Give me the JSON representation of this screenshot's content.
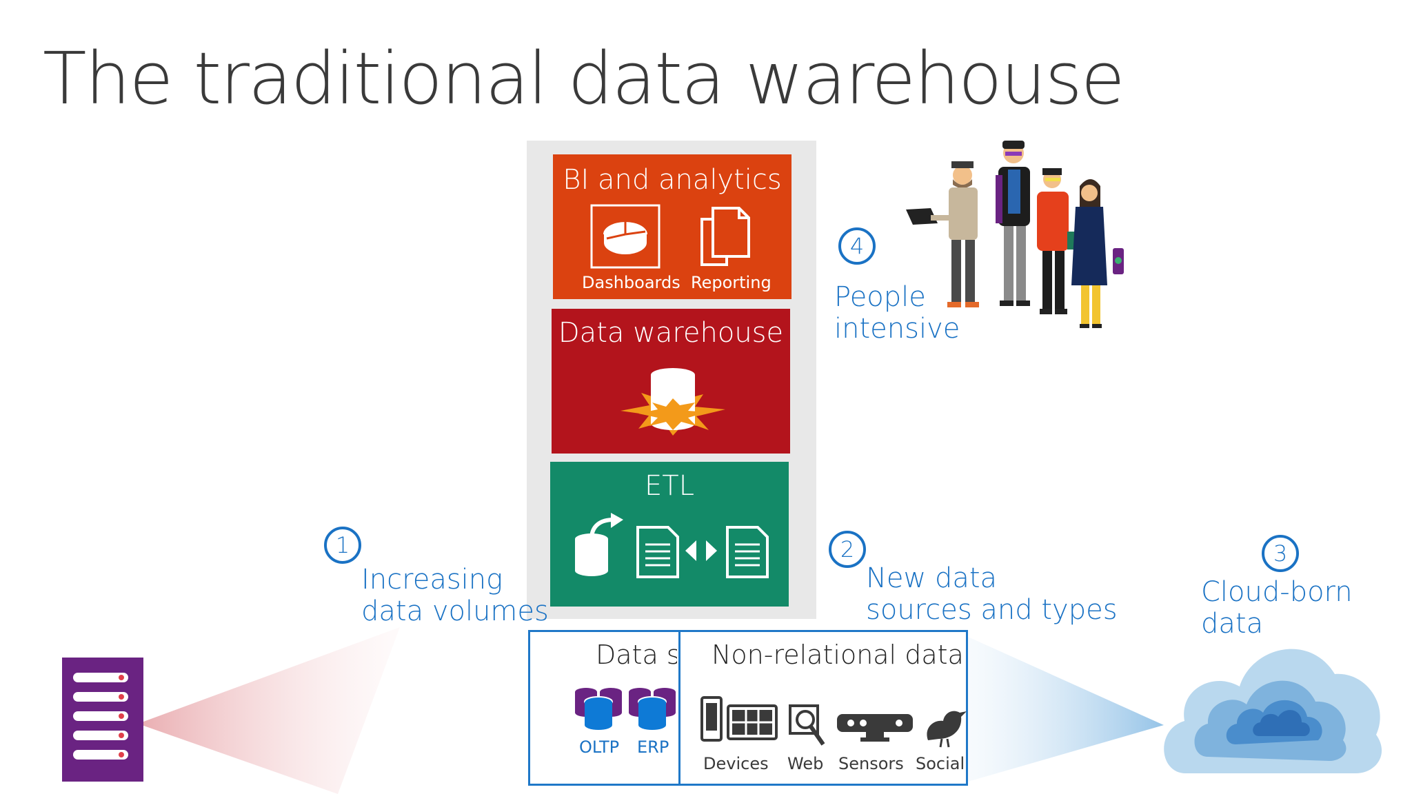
{
  "title": "The traditional data warehouse",
  "stack": {
    "bi": {
      "title": "BI and analytics",
      "dashboards": "Dashboards",
      "reporting": "Reporting"
    },
    "dw": {
      "title": "Data warehouse"
    },
    "etl": {
      "title": "ETL"
    }
  },
  "callouts": [
    {
      "num": "1",
      "line1": "Increasing",
      "line2": "data volumes"
    },
    {
      "num": "2",
      "line1": "New data",
      "line2": "sources and types"
    },
    {
      "num": "3",
      "line1": "Cloud-born",
      "line2": "data"
    },
    {
      "num": "4",
      "line1": "People",
      "line2": "intensive"
    }
  ],
  "sources": {
    "relational_title": "Data so",
    "nonrelational_title": "Non-relational data",
    "oltp": "OLTP",
    "erp": "ERP",
    "devices": "Devices",
    "web": "Web",
    "sensors": "Sensors",
    "social": "Social"
  },
  "colors": {
    "bi": "#db4210",
    "dw": "#b3141c",
    "etl": "#138a68",
    "accent_blue": "#1a72c4",
    "server_purple": "#6a2382",
    "cloud_light": "#b9d8ee"
  }
}
